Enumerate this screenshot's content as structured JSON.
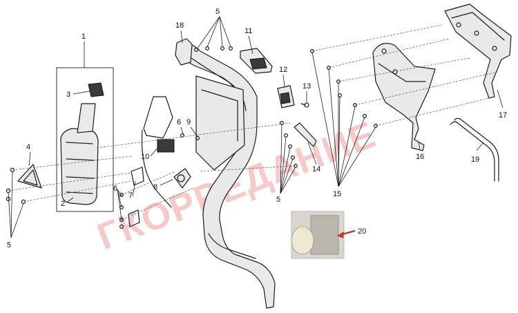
{
  "diagram": {
    "callouts": [
      "1",
      "2",
      "3",
      "4",
      "5",
      "5",
      "5",
      "6",
      "6",
      "7",
      "8",
      "9",
      "10",
      "11",
      "12",
      "13",
      "14",
      "15",
      "16",
      "17",
      "18",
      "19",
      "20"
    ],
    "photo_label": "20",
    "watermark": "ГКОРРЕДАНИЕ",
    "colors": {
      "line": "#1a1a1a",
      "watermark": "#f2a0a0",
      "photo_arrow": "#c0392b",
      "photo_bg": "#d9d6cf"
    }
  }
}
